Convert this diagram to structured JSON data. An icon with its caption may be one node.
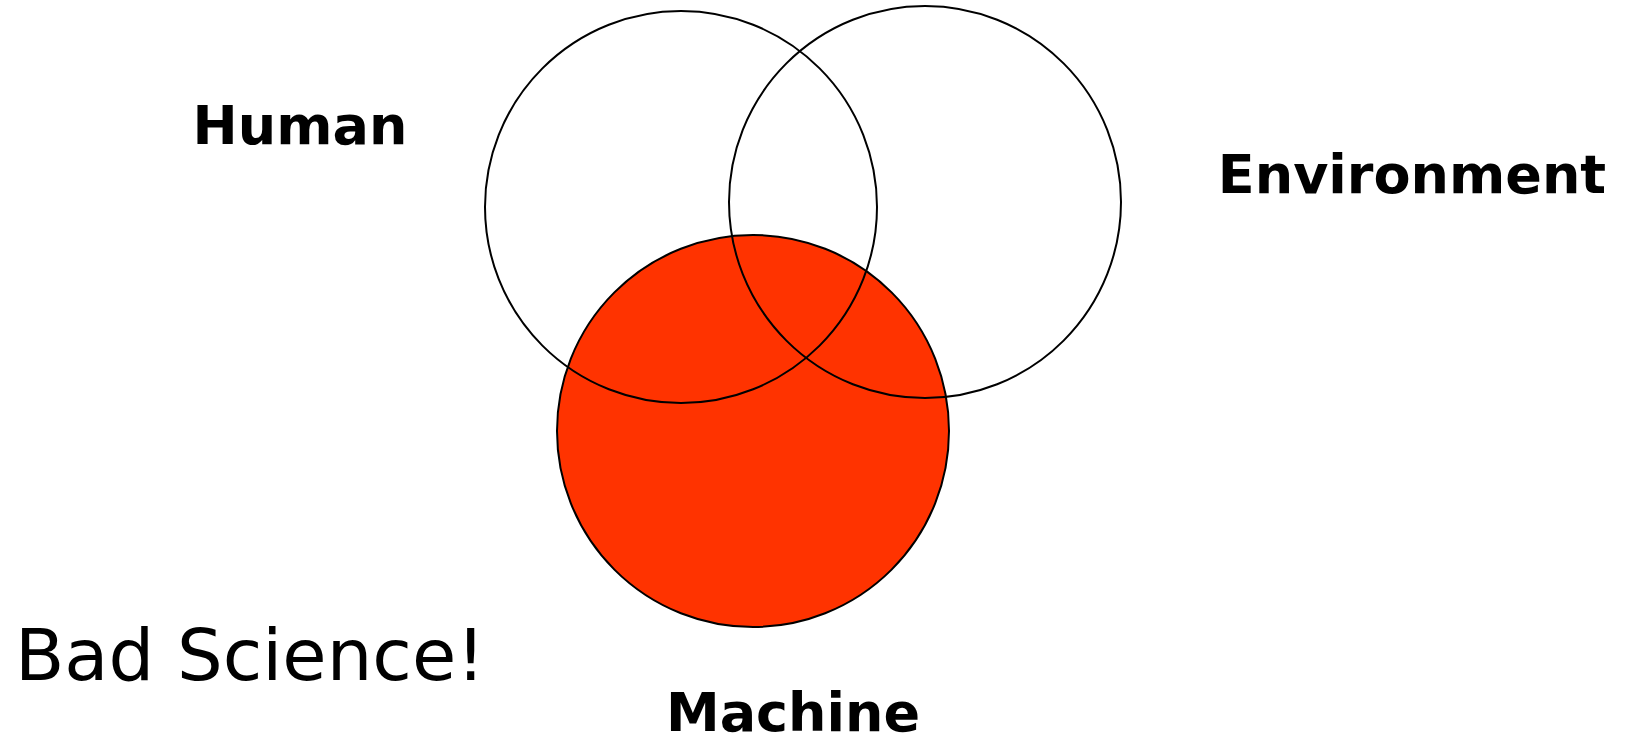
{
  "diagram": {
    "nodes": [
      {
        "text": [
          "Human"
        ]
      },
      {
        "text": [
          "Environment"
        ]
      },
      {
        "text": [
          "Machine"
        ]
      }
    ],
    "labels": [
      "Bad Science!"
    ]
  }
}
